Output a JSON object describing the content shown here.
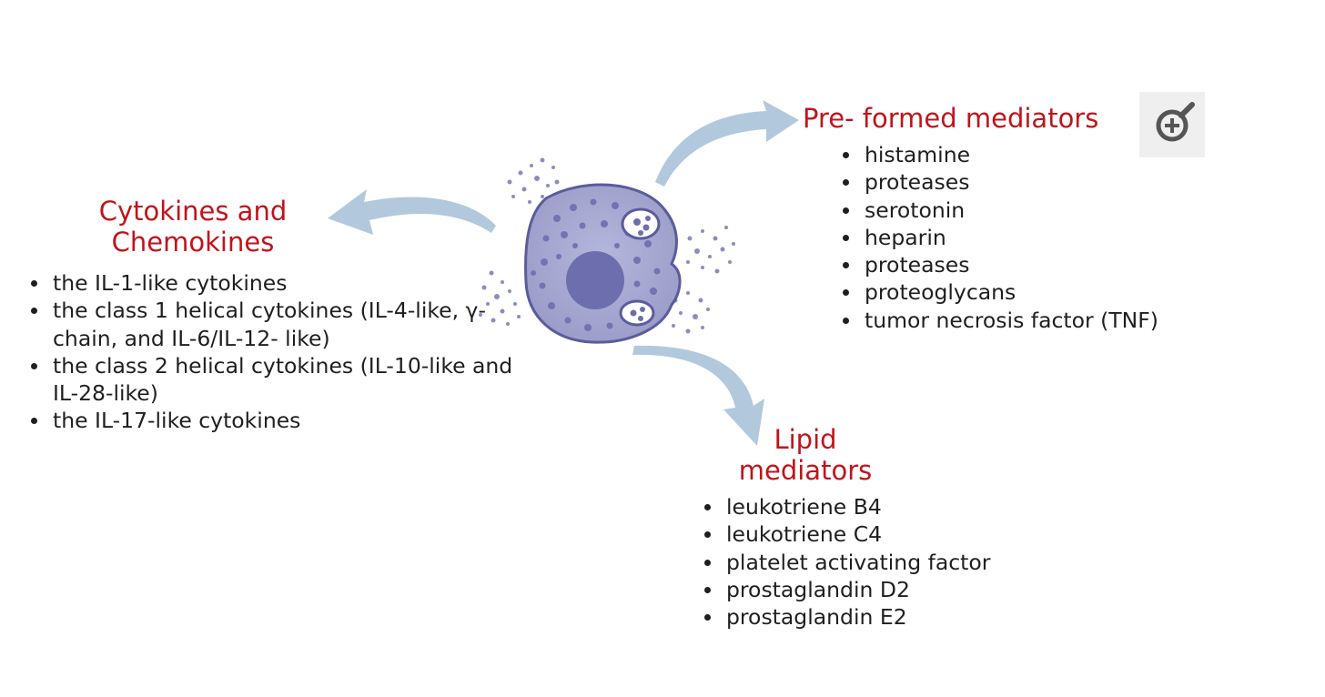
{
  "groups": {
    "cytokines": {
      "title_line1": "Cytokines and",
      "title_line2": "Chemokines",
      "items": [
        "the IL-1-like cytokines",
        "the class 1 helical cytokines (IL-4-like, γ-chain, and IL-6/IL-12- like)",
        "the class 2 helical cytokines (IL-10-like and IL-28-like)",
        "the IL-17-like cytokines"
      ]
    },
    "preformed": {
      "title": "Pre- formed mediators",
      "items": [
        "histamine",
        "proteases",
        "serotonin",
        "heparin",
        "proteases",
        "proteoglycans",
        "tumor necrosis factor (TNF)"
      ]
    },
    "lipid": {
      "title_line1": "Lipid",
      "title_line2": "mediators",
      "items": [
        "leukotriene B4",
        "leukotriene C4",
        "platelet activating factor",
        "prostaglandin D2",
        "prostaglandin E2"
      ]
    }
  },
  "colors": {
    "title": "#c0141c",
    "arrow": "#b2c8dd",
    "cell_body": "#a4a6cf",
    "cell_outline": "#5a5c9c",
    "nucleus": "#6d6eae",
    "granule": "#7274b2"
  },
  "icons": {
    "zoom": "zoom-in-icon",
    "cell": "mast-cell-icon"
  }
}
